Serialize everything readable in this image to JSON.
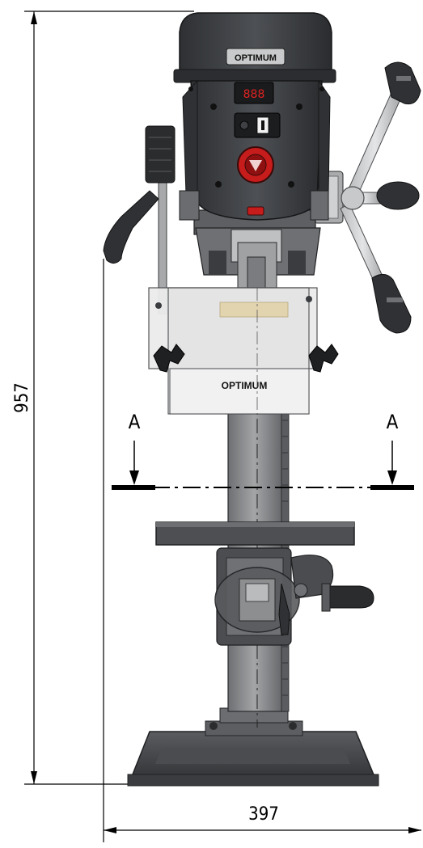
{
  "drawing": {
    "dimension_height": "957",
    "dimension_width": "397",
    "section_label_left": "A",
    "section_label_right": "A",
    "brand_top": "OPTIMUM",
    "brand_guard": "OPTIMUM",
    "display_value": "888"
  },
  "colors": {
    "body_dark": "#3a3c3f",
    "body_mid": "#5b5e62",
    "column": "#8a8c8e",
    "table": "#4a4c4f",
    "red_accent": "#c61c1c",
    "guard": "#e9e9ea",
    "dimension_line": "#000000"
  }
}
